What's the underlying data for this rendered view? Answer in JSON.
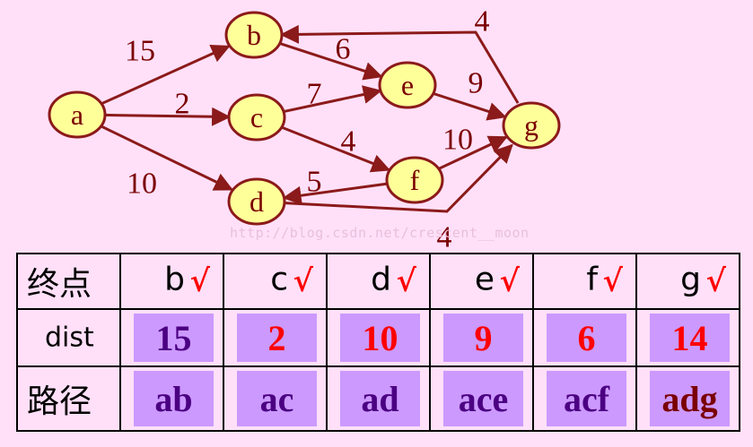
{
  "graph": {
    "nodes": [
      "a",
      "b",
      "c",
      "d",
      "e",
      "f",
      "g"
    ],
    "edges": [
      {
        "from": "a",
        "to": "b",
        "weight": "15"
      },
      {
        "from": "a",
        "to": "c",
        "weight": "2"
      },
      {
        "from": "a",
        "to": "d",
        "weight": "10"
      },
      {
        "from": "b",
        "to": "e",
        "weight": "6"
      },
      {
        "from": "c",
        "to": "e",
        "weight": "7"
      },
      {
        "from": "c",
        "to": "f",
        "weight": "4"
      },
      {
        "from": "e",
        "to": "g",
        "weight": "9"
      },
      {
        "from": "f",
        "to": "d",
        "weight": "5"
      },
      {
        "from": "f",
        "to": "g",
        "weight": "10"
      },
      {
        "from": "g",
        "to": "b",
        "weight": "4"
      },
      {
        "from": "d",
        "to": "g",
        "weight": "4"
      }
    ]
  },
  "watermark": "http://blog.csdn.net/crescent__moon",
  "table": {
    "row_labels": {
      "vertex": "终点",
      "dist": "dist",
      "path": "路径"
    },
    "check_mark": "√",
    "columns": [
      {
        "vertex": "b",
        "dist": "15",
        "path": "ab",
        "dist_color": "#4b0082",
        "path_color": "#4b0082"
      },
      {
        "vertex": "c",
        "dist": "2",
        "path": "ac",
        "dist_color": "#ff0000",
        "path_color": "#4b0082"
      },
      {
        "vertex": "d",
        "dist": "10",
        "path": "ad",
        "dist_color": "#ff0000",
        "path_color": "#4b0082"
      },
      {
        "vertex": "e",
        "dist": "9",
        "path": "ace",
        "dist_color": "#ff0000",
        "path_color": "#4b0082"
      },
      {
        "vertex": "f",
        "dist": "6",
        "path": "acf",
        "dist_color": "#ff0000",
        "path_color": "#4b0082"
      },
      {
        "vertex": "g",
        "dist": "14",
        "path": "adg",
        "dist_color": "#ff0000",
        "path_color": "#7a0000"
      }
    ]
  },
  "colors": {
    "background": "#ffe0f8",
    "node_fill": "#ffff99",
    "edge": "#8b1a1a",
    "box_fill": "#cc99ff"
  }
}
